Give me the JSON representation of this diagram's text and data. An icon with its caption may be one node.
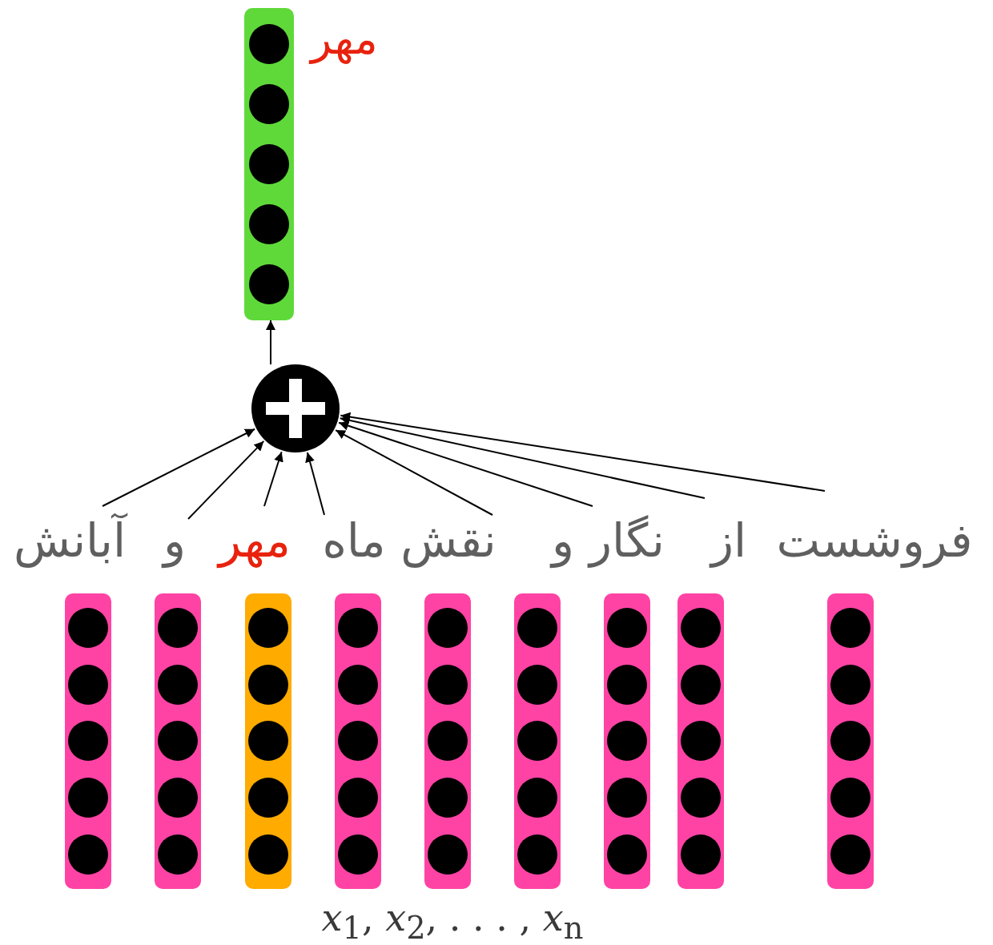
{
  "diagram": {
    "nodes": [
      {
        "text": [],
        "shape": "bar",
        "beside": [
          "مهر"
        ]
      },
      {
        "text": [],
        "shape": "circle"
      },
      {
        "text": [
          "فروشست"
        ]
      },
      {
        "text": [
          "از"
        ]
      },
      {
        "text": [
          "نگار"
        ]
      },
      {
        "text": [
          "و"
        ]
      },
      {
        "text": [
          "نقش"
        ]
      },
      {
        "text": [
          "ماه"
        ]
      },
      {
        "text": [
          "مهر"
        ]
      },
      {
        "text": [
          "و"
        ]
      },
      {
        "text": [
          "آبانش"
        ]
      },
      {
        "text": [],
        "shape": "bar"
      },
      {
        "text": [],
        "shape": "bar"
      },
      {
        "text": [],
        "shape": "bar"
      },
      {
        "text": [],
        "shape": "bar"
      },
      {
        "text": [],
        "shape": "bar"
      },
      {
        "text": [],
        "shape": "bar"
      },
      {
        "text": [],
        "shape": "bar"
      },
      {
        "text": [],
        "shape": "bar"
      },
      {
        "text": [],
        "shape": "bar"
      }
    ],
    "edges": [
      {
        "from": 1,
        "to": 0,
        "arrow": "to"
      },
      {
        "from": 10,
        "to": 1,
        "arrow": "to"
      },
      {
        "from": 9,
        "to": 1,
        "arrow": "to"
      },
      {
        "from": 8,
        "to": 1,
        "arrow": "to"
      },
      {
        "from": 7,
        "to": 1,
        "arrow": "to"
      },
      {
        "from": 6,
        "to": 1,
        "arrow": "to"
      },
      {
        "from": 4,
        "to": 1,
        "arrow": "to"
      },
      {
        "from": 3,
        "to": 1,
        "arrow": "to"
      },
      {
        "from": 2,
        "to": 1,
        "arrow": "to"
      }
    ],
    "labels": [
      "*x*$_{1}$, *x*$_{2}$, . . . , *x*$_{n}$"
    ]
  }
}
